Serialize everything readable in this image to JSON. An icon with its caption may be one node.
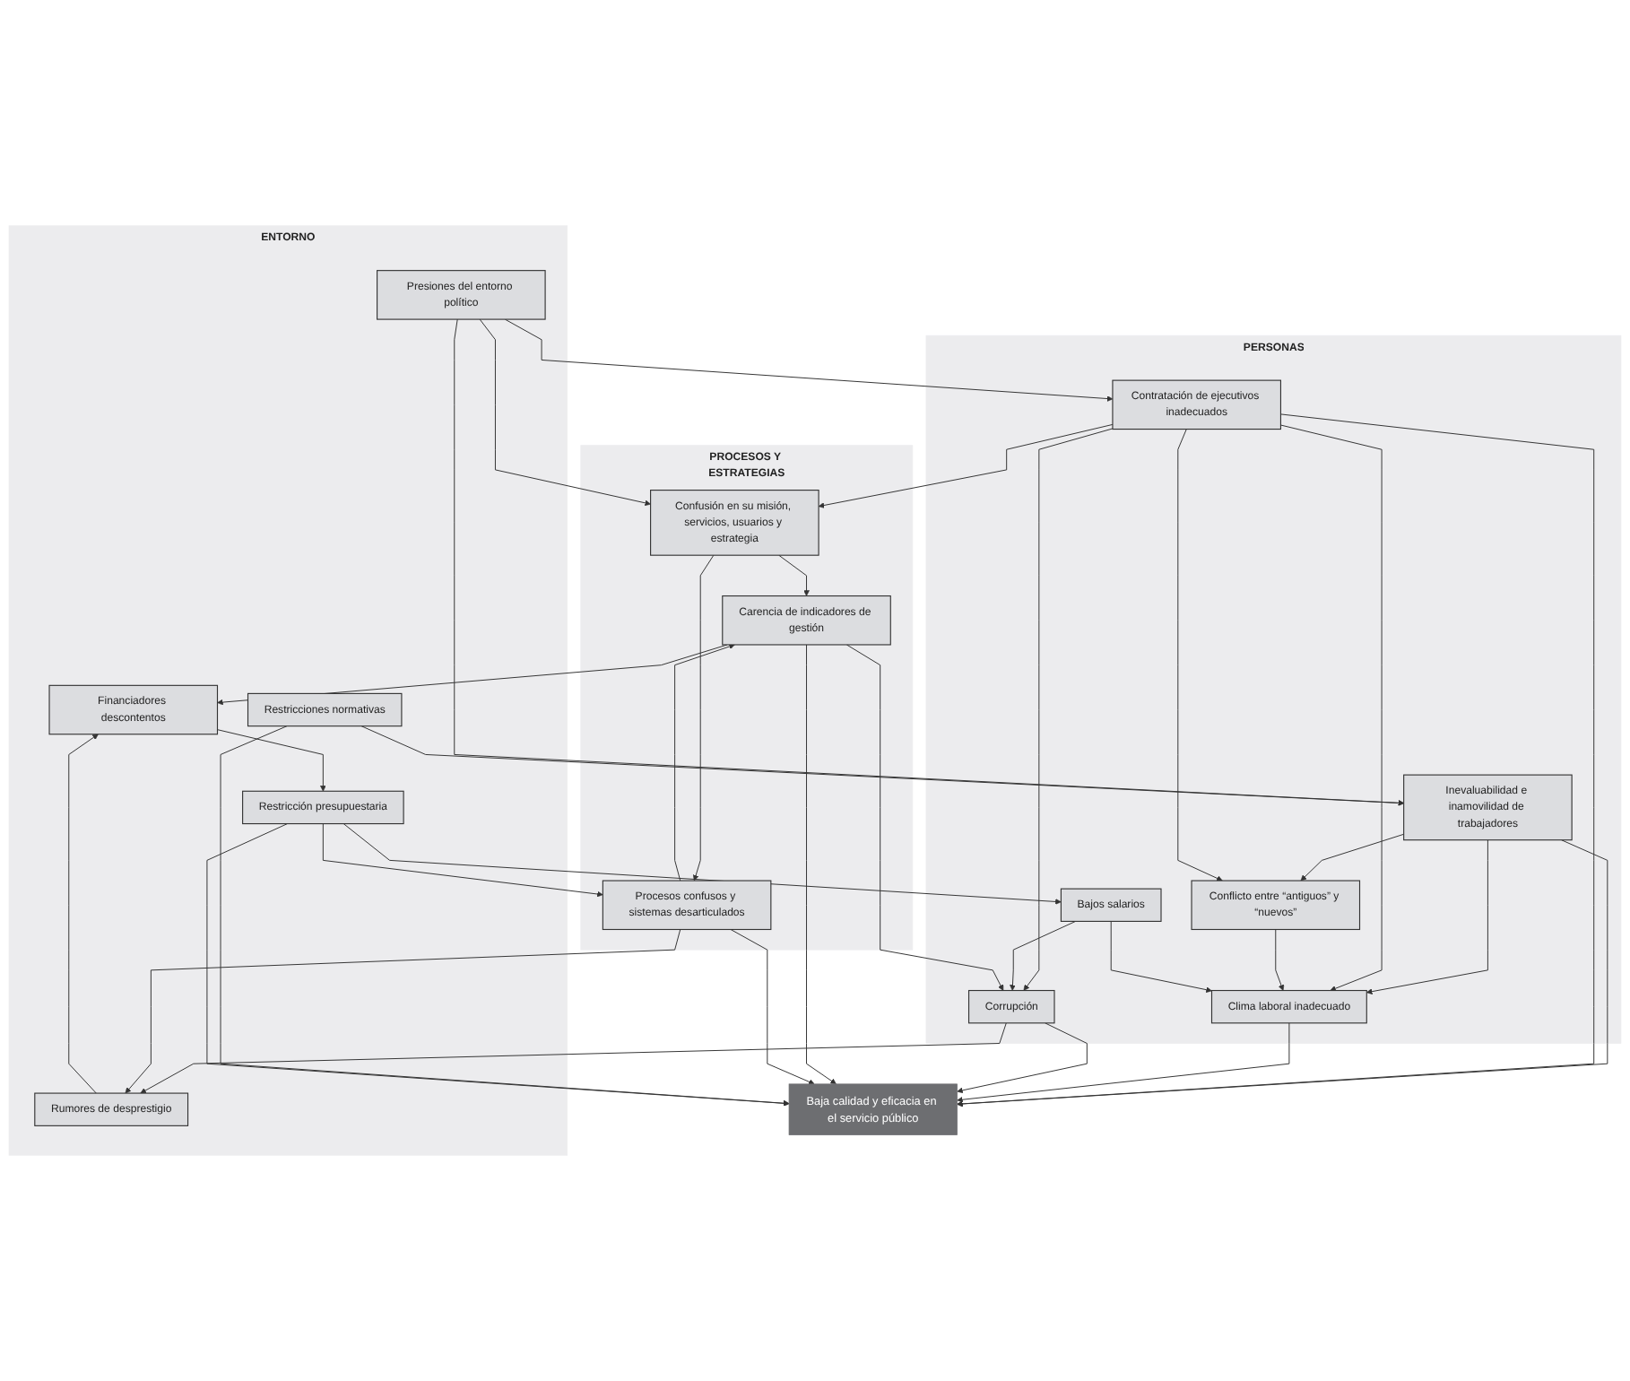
{
  "diagram": {
    "nodes": [
      {
        "text": [
          "ENTORNO"
        ]
      },
      {
        "text": [
          "Presiones del entorno político"
        ],
        "in": 0
      },
      {
        "text": [
          "Restricciones normativas"
        ],
        "in": 0
      },
      {
        "text": [
          "Restricción presupuestaria"
        ],
        "in": 0
      },
      {
        "text": [
          "Financiadores descontentos"
        ],
        "in": 0
      },
      {
        "text": [
          "Rumores de desprestigio"
        ],
        "in": 0
      },
      {
        "text": [
          "PERSONAS"
        ]
      },
      {
        "text": [
          "Inevaluabilidad e inamovilidad de trabajadores"
        ],
        "in": 6
      },
      {
        "text": [
          "Contratación de ejecutivos inadecuados"
        ],
        "in": 6
      },
      {
        "text": [
          "Conflicto entre “antiguos” y “nuevos”"
        ],
        "in": 6
      },
      {
        "text": [
          "Clima laboral inadecuado"
        ],
        "in": 6
      },
      {
        "text": [
          "Bajos salarios"
        ],
        "in": 6
      },
      {
        "text": [
          "Corrupción"
        ],
        "in": 6
      },
      {
        "text": [
          "PROCESOS Y ESTRATEGIAS"
        ]
      },
      {
        "text": [
          "Carencia de indicadores de gestión"
        ],
        "in": 13
      },
      {
        "text": [
          "Procesos confusos y sistemas desarticulados"
        ],
        "in": 13
      },
      {
        "text": [
          "Confusión en su misión, servicios, usuarios y estrategia"
        ],
        "in": 13
      },
      {
        "text": [
          "Baja calidad y eficacia en el servicio público"
        ]
      }
    ],
    "edges": [
      {
        "from": 1,
        "to": 7,
        "arrow": "to"
      },
      {
        "from": 1,
        "to": 8,
        "arrow": "to"
      },
      {
        "from": 1,
        "to": 16,
        "arrow": "to"
      },
      {
        "from": 2,
        "to": 7,
        "arrow": "to"
      },
      {
        "from": 2,
        "to": 17,
        "arrow": "to"
      },
      {
        "from": 3,
        "to": 17,
        "arrow": "to"
      },
      {
        "from": 3,
        "to": 11,
        "arrow": "to"
      },
      {
        "from": 3,
        "to": 15,
        "arrow": "to"
      },
      {
        "from": 4,
        "to": 3,
        "arrow": "to"
      },
      {
        "from": 5,
        "to": 4,
        "arrow": "to"
      },
      {
        "from": 7,
        "to": 17,
        "arrow": "to"
      },
      {
        "from": 7,
        "to": 9,
        "arrow": "to"
      },
      {
        "from": 7,
        "to": 10,
        "arrow": "to"
      },
      {
        "from": 8,
        "to": 17,
        "arrow": "to"
      },
      {
        "from": 8,
        "to": 10,
        "arrow": "to"
      },
      {
        "from": 8,
        "to": 9,
        "arrow": "to"
      },
      {
        "from": 8,
        "to": 16,
        "arrow": "to"
      },
      {
        "from": 8,
        "to": 12,
        "arrow": "to"
      },
      {
        "from": 9,
        "to": 10,
        "arrow": "to"
      },
      {
        "from": 10,
        "to": 17,
        "arrow": "to"
      },
      {
        "from": 11,
        "to": 10,
        "arrow": "to"
      },
      {
        "from": 11,
        "to": 12,
        "arrow": "to"
      },
      {
        "from": 12,
        "to": 17,
        "arrow": "to"
      },
      {
        "from": 12,
        "to": 5,
        "arrow": "to"
      },
      {
        "from": 14,
        "to": 4,
        "arrow": "to"
      },
      {
        "from": 14,
        "to": 17,
        "arrow": "to"
      },
      {
        "from": 14,
        "to": 12,
        "arrow": "to"
      },
      {
        "from": 15,
        "to": 5,
        "arrow": "to"
      },
      {
        "from": 15,
        "to": 14,
        "arrow": "to"
      },
      {
        "from": 15,
        "to": 17,
        "arrow": "to"
      },
      {
        "from": 16,
        "to": 14,
        "arrow": "to"
      },
      {
        "from": 16,
        "to": 15,
        "arrow": "to"
      }
    ]
  }
}
